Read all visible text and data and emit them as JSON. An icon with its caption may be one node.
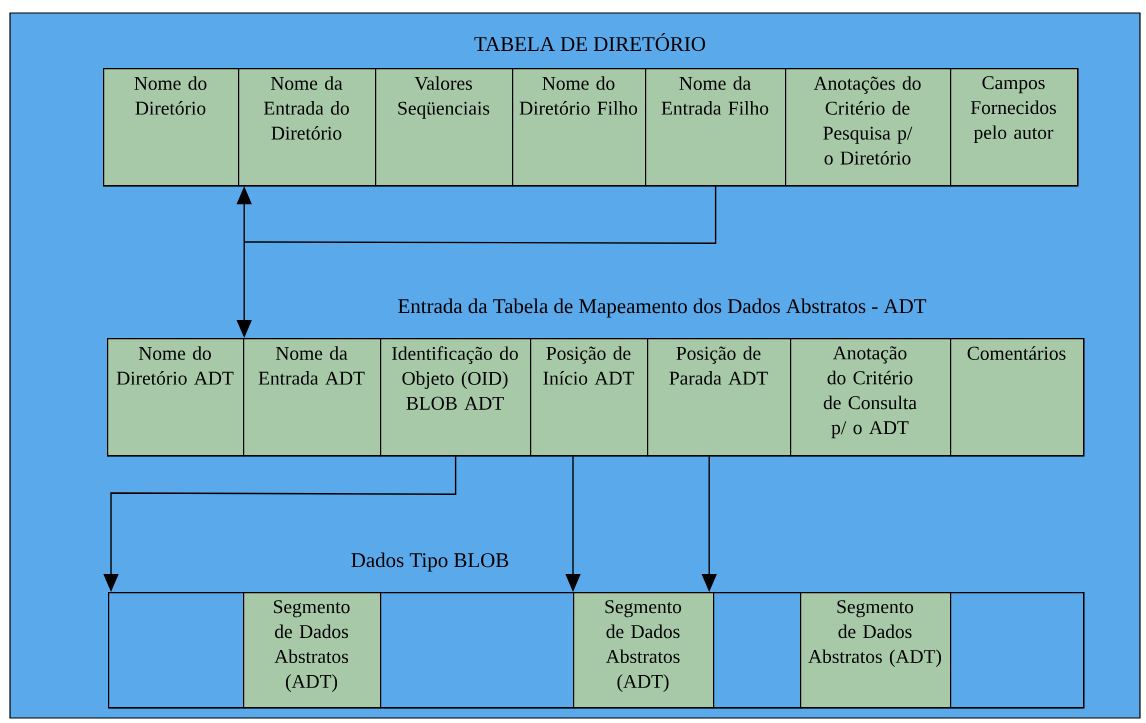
{
  "diagram": {
    "nodes": [
      {
        "text": [
          "TABELA DE DIRETÓRIO"
        ]
      },
      {
        "text": [
          "Nome do Diretório"
        ],
        "in": 0
      },
      {
        "text": [
          "Nome da Entrada do Diretório"
        ],
        "in": 0
      },
      {
        "text": [
          "Valores Seqüenciais"
        ],
        "in": 0
      },
      {
        "text": [
          "Nome do Diretório Filho"
        ],
        "in": 0
      },
      {
        "text": [
          "Nome da Entrada Filho"
        ],
        "in": 0
      },
      {
        "text": [
          "Anotações do Critério de Pesquisa p/ o Diretório"
        ],
        "in": 0
      },
      {
        "text": [
          "Campos Fornecidos pelo autor"
        ],
        "in": 0
      },
      {
        "text": [
          "Entrada da Tabela de Mapeamento dos Dados Abstratos - ADT"
        ]
      },
      {
        "text": [
          "Nome do Diretório ADT"
        ],
        "in": 8
      },
      {
        "text": [
          "Nome da Entrada ADT"
        ],
        "in": 8
      },
      {
        "text": [
          "Identificação do Objeto (OID) BLOB ADT"
        ],
        "in": 8
      },
      {
        "text": [
          "Posição de Início ADT"
        ],
        "in": 8
      },
      {
        "text": [
          "Posição de Parada ADT"
        ],
        "in": 8
      },
      {
        "text": [
          "Anotação do Critério de Consulta p/ o ADT"
        ],
        "in": 8
      },
      {
        "text": [
          "Comentários"
        ],
        "in": 8
      },
      {
        "text": [
          "Dados Tipo BLOB"
        ]
      },
      {
        "text": [],
        "shape": "box",
        "in": 16
      },
      {
        "text": [
          "Segmento de Dados Abstratos (ADT)"
        ],
        "in": 16
      },
      {
        "text": [],
        "shape": "box",
        "in": 16
      },
      {
        "text": [
          "Segmento de Dados Abstratos (ADT)"
        ],
        "in": 16
      },
      {
        "text": [],
        "shape": "box",
        "in": 16
      },
      {
        "text": [
          "Segmento de Dados Abstratos (ADT)"
        ],
        "in": 16
      },
      {
        "text": [],
        "shape": "box",
        "in": 16
      }
    ],
    "edges": [
      {
        "from": 1,
        "to": 9,
        "arrow": "both"
      },
      {
        "from": 5,
        "to": 9,
        "arrow": "to"
      },
      {
        "from": 11,
        "to": 17,
        "arrow": "to"
      },
      {
        "from": 12,
        "to": 20,
        "arrow": "to"
      },
      {
        "from": 13,
        "to": 20,
        "arrow": "to"
      }
    ]
  }
}
